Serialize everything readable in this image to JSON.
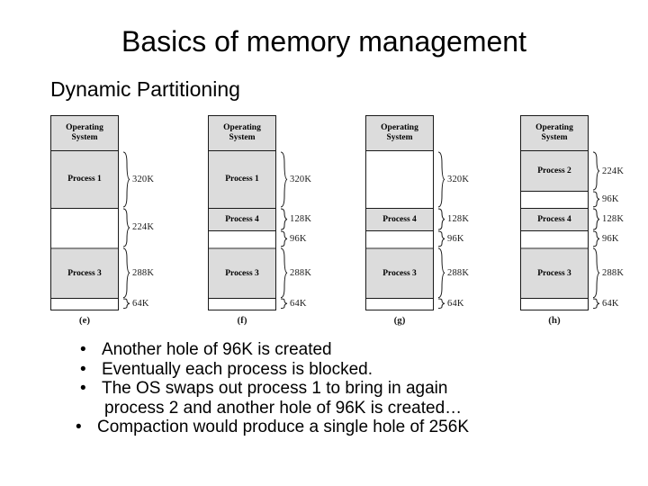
{
  "slide": {
    "title": "Basics of memory management",
    "subtitle": "Dynamic Partitioning"
  },
  "diagrams": [
    {
      "caption": "(e)",
      "os_label": "Operating\nSystem",
      "segments": [
        {
          "label": "Process 1",
          "size": "320K",
          "filled": true
        },
        {
          "label": "",
          "size": "224K",
          "filled": false
        },
        {
          "label": "Process 3",
          "size": "288K",
          "filled": true
        },
        {
          "label": "",
          "size": "64K",
          "filled": false
        }
      ]
    },
    {
      "caption": "(f)",
      "os_label": "Operating\nSystem",
      "segments": [
        {
          "label": "Process 1",
          "size": "320K",
          "filled": true
        },
        {
          "label": "Process 4",
          "size": "128K",
          "filled": true
        },
        {
          "label": "",
          "size": "96K",
          "filled": false
        },
        {
          "label": "Process 3",
          "size": "288K",
          "filled": true
        },
        {
          "label": "",
          "size": "64K",
          "filled": false
        }
      ]
    },
    {
      "caption": "(g)",
      "os_label": "Operating\nSystem",
      "segments": [
        {
          "label": "",
          "size": "320K",
          "filled": false
        },
        {
          "label": "Process 4",
          "size": "128K",
          "filled": true
        },
        {
          "label": "",
          "size": "96K",
          "filled": false
        },
        {
          "label": "Process 3",
          "size": "288K",
          "filled": true
        },
        {
          "label": "",
          "size": "64K",
          "filled": false
        }
      ]
    },
    {
      "caption": "(h)",
      "os_label": "Operating\nSystem",
      "segments": [
        {
          "label": "Process 2",
          "size": "224K",
          "filled": true
        },
        {
          "label": "",
          "size": "96K",
          "filled": false
        },
        {
          "label": "Process 4",
          "size": "128K",
          "filled": true
        },
        {
          "label": "",
          "size": "96K",
          "filled": false
        },
        {
          "label": "Process 3",
          "size": "288K",
          "filled": true
        },
        {
          "label": "",
          "size": "64K",
          "filled": false
        }
      ]
    }
  ],
  "bullets": [
    {
      "text": "Another hole of 96K is created",
      "marker": "•"
    },
    {
      "text": "Eventually each process is blocked.",
      "marker": "•"
    },
    {
      "text": "The OS swaps out process 1 to bring in again",
      "text2": "process 2 and another hole of 96K is created…",
      "marker": "•"
    },
    {
      "text": "Compaction would produce a single hole of 256K",
      "marker": "•"
    }
  ],
  "colors": {
    "filled_block": "#dcdcdc",
    "hole_block": "#ffffff",
    "outline": "#1a1a1a",
    "separator": "#8c8c8c",
    "text": "#000000"
  }
}
